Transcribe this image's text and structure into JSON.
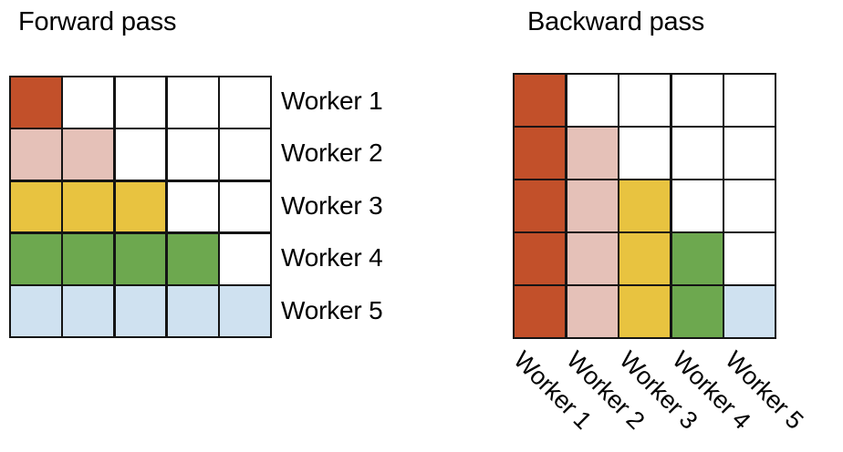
{
  "panels": [
    {
      "id": "forward",
      "title": "Forward pass",
      "label_orientation": "horizontal-right",
      "labels": [
        "Worker 1",
        "Worker 2",
        "Worker 3",
        "Worker 4",
        "Worker 5"
      ]
    },
    {
      "id": "backward",
      "title": "Backward pass",
      "label_orientation": "rotated-45-below",
      "labels": [
        "Worker 1",
        "Worker 2",
        "Worker 3",
        "Worker 4",
        "Worker 5"
      ]
    }
  ],
  "palette": {
    "worker_1": "#C2502A",
    "worker_2": "#E5C1B8",
    "worker_3": "#E8C340",
    "worker_4": "#6DA84F",
    "worker_5": "#CFE1F0",
    "empty": "#FFFFFF",
    "grid_line": "#141414",
    "text": "#000000",
    "background": "#FFFFFF"
  },
  "chart_data": {
    "type": "heatmap",
    "title": "Forward pass / Backward pass worker activity grids",
    "grid_size": [
      5,
      5
    ],
    "legend_position": "none",
    "grid": true,
    "panels": [
      {
        "name": "Forward pass",
        "xlabel": "",
        "ylabel": "",
        "row_labels": [
          "Worker 1",
          "Worker 2",
          "Worker 3",
          "Worker 4",
          "Worker 5"
        ],
        "col_labels": [
          "",
          "",
          "",
          "",
          ""
        ],
        "description": "Row i is filled from column 0 through column i with that row's worker color (lower-triangular, colored by row).",
        "cells": [
          [
            "worker_1",
            "empty",
            "empty",
            "empty",
            "empty"
          ],
          [
            "worker_2",
            "worker_2",
            "empty",
            "empty",
            "empty"
          ],
          [
            "worker_3",
            "worker_3",
            "worker_3",
            "empty",
            "empty"
          ],
          [
            "worker_4",
            "worker_4",
            "worker_4",
            "worker_4",
            "empty"
          ],
          [
            "worker_5",
            "worker_5",
            "worker_5",
            "worker_5",
            "worker_5"
          ]
        ]
      },
      {
        "name": "Backward pass",
        "xlabel": "",
        "ylabel": "",
        "row_labels": [
          "",
          "",
          "",
          "",
          ""
        ],
        "col_labels": [
          "Worker 1",
          "Worker 2",
          "Worker 3",
          "Worker 4",
          "Worker 5"
        ],
        "description": "Column j is filled from row j through row 4 with that column's worker color (lower-triangular, colored by column).",
        "cells": [
          [
            "worker_1",
            "empty",
            "empty",
            "empty",
            "empty"
          ],
          [
            "worker_1",
            "worker_2",
            "empty",
            "empty",
            "empty"
          ],
          [
            "worker_1",
            "worker_2",
            "worker_3",
            "empty",
            "empty"
          ],
          [
            "worker_1",
            "worker_2",
            "worker_3",
            "worker_4",
            "empty"
          ],
          [
            "worker_1",
            "worker_2",
            "worker_3",
            "worker_4",
            "worker_5"
          ]
        ]
      }
    ]
  }
}
